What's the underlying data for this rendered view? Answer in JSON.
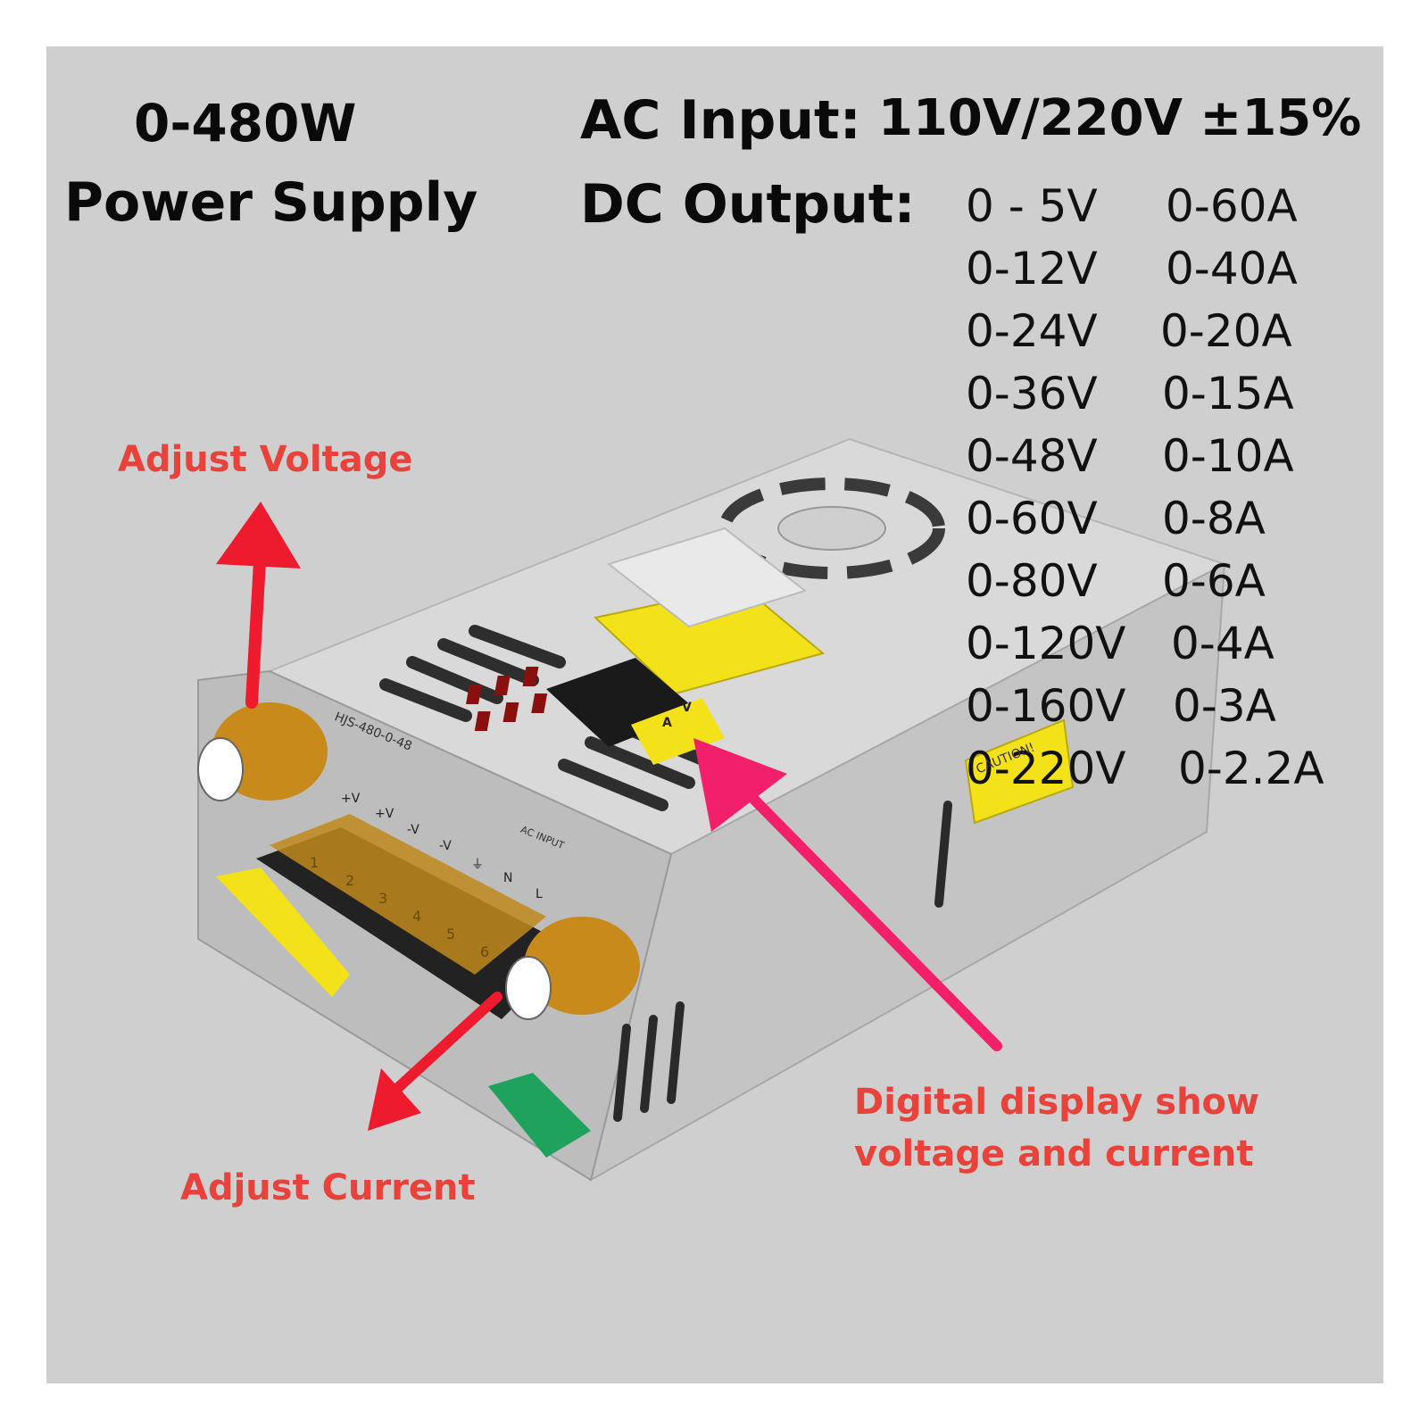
{
  "headline": {
    "power": "0-480W",
    "product": "Power Supply"
  },
  "specs": {
    "ac_label": "AC Input:",
    "ac_value": "110V/220V ±15%",
    "dc_label": "DC Output:",
    "outputs": [
      {
        "voltage": "0 - 5V",
        "current": "0-60A"
      },
      {
        "voltage": "0-12V",
        "current": "0-40A"
      },
      {
        "voltage": "0-24V",
        "current": "0-20A"
      },
      {
        "voltage": "0-36V",
        "current": "0-15A"
      },
      {
        "voltage": "0-48V",
        "current": "0-10A"
      },
      {
        "voltage": "0-60V",
        "current": "0-8A"
      },
      {
        "voltage": "0-80V",
        "current": "0-6A"
      },
      {
        "voltage": "0-120V",
        "current": "0-4A"
      },
      {
        "voltage": "0-160V",
        "current": "0-3A"
      },
      {
        "voltage": "0-220V",
        "current": "0-2.2A"
      }
    ]
  },
  "callouts": {
    "adjust_voltage": "Adjust Voltage",
    "adjust_current": "Adjust Current",
    "display_line1": "Digital display show",
    "display_line2": "voltage and current"
  },
  "device": {
    "model_label": "HJS-480-0-48",
    "terminal_labels": [
      "+V",
      "+V",
      "-V",
      "-V",
      "⏚",
      "N",
      "L"
    ],
    "terminal_numbers": [
      "1",
      "2",
      "3",
      "4",
      "5",
      "6"
    ],
    "caution_label": "CAUTION!",
    "display_units": [
      "V",
      "A"
    ],
    "ac_input_label": "AC INPUT"
  },
  "colors": {
    "background": "#cfcfcf",
    "callout_red": "#e8423a",
    "arrow_red": "#ee1a2e",
    "arrow_pink": "#f2206a",
    "knob_gold": "#c98a1c",
    "casing_silver": "#d8d8d8",
    "warning_yellow": "#f3e21a",
    "terminal_amber": "#c08a1c"
  }
}
